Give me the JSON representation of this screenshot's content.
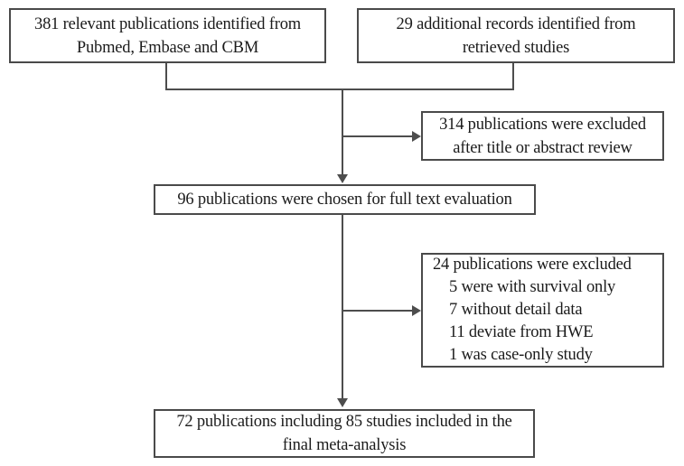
{
  "diagram": {
    "type": "flowchart",
    "colors": {
      "background": "#ffffff",
      "box_border": "#4a4a4a",
      "connector_line": "#4d4d4d",
      "text": "#1b1b1b"
    },
    "boxes": {
      "identified": {
        "line1": "381 relevant publications identified from",
        "line2": "Pubmed, Embase and CBM"
      },
      "additional": {
        "line1": "29 additional records identified from",
        "line2": "retrieved studies"
      },
      "excluded_screen": {
        "line1": "314 publications were excluded",
        "line2": "after title or abstract review"
      },
      "full_text": {
        "line1": "96 publications were chosen for full text evaluation"
      },
      "excluded_full": {
        "line1": "24 publications were excluded",
        "line2": "5 were with survival only",
        "line3": "7 without detail data",
        "line4": "11 deviate from HWE",
        "line5": "1 was case-only study"
      },
      "final": {
        "line1": "72 publications including 85 studies included in the",
        "line2": "final meta-analysis"
      }
    }
  }
}
